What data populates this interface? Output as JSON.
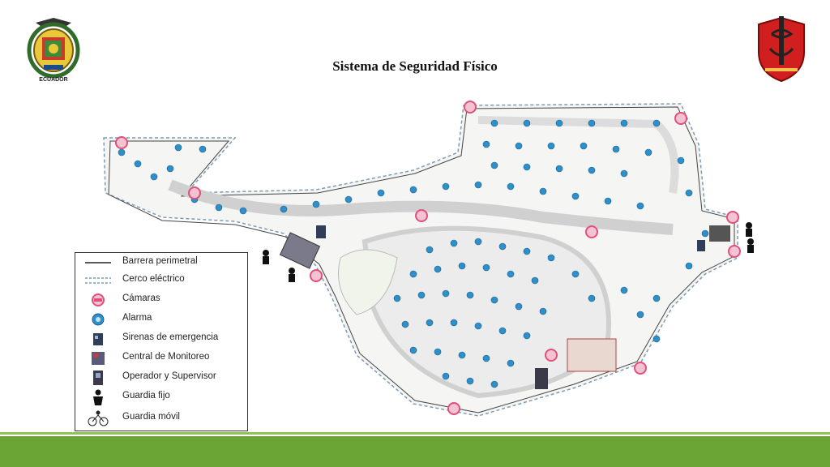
{
  "title": "Sistema de Seguridad Físico",
  "logos": {
    "left": {
      "icon": "ecuador-coat-of-arms-icon",
      "caption": "ECUADOR"
    },
    "right": {
      "icon": "red-shield-emblem-icon"
    }
  },
  "legend": {
    "items": [
      {
        "label": "Barrera perimetral",
        "icon": "solid-line-icon"
      },
      {
        "label": "Cerco eléctrico",
        "icon": "dashed-line-icon"
      },
      {
        "label": "Cámaras",
        "icon": "camera-icon"
      },
      {
        "label": "Alarma",
        "icon": "alarm-icon"
      },
      {
        "label": "Sirenas de emergencia",
        "icon": "siren-icon"
      },
      {
        "label": "Central de Monitoreo",
        "icon": "monitoring-center-icon"
      },
      {
        "label": "Operador y Supervisor",
        "icon": "operator-icon"
      },
      {
        "label": "Guardia fijo",
        "icon": "guard-icon"
      },
      {
        "label": "Guardia móvil",
        "icon": "mobile-guard-icon"
      }
    ]
  },
  "colors": {
    "alarm": "#2f8fc8",
    "camera": "#e0507a",
    "fence": "#7a9bb8",
    "footer": "#6aa536"
  }
}
